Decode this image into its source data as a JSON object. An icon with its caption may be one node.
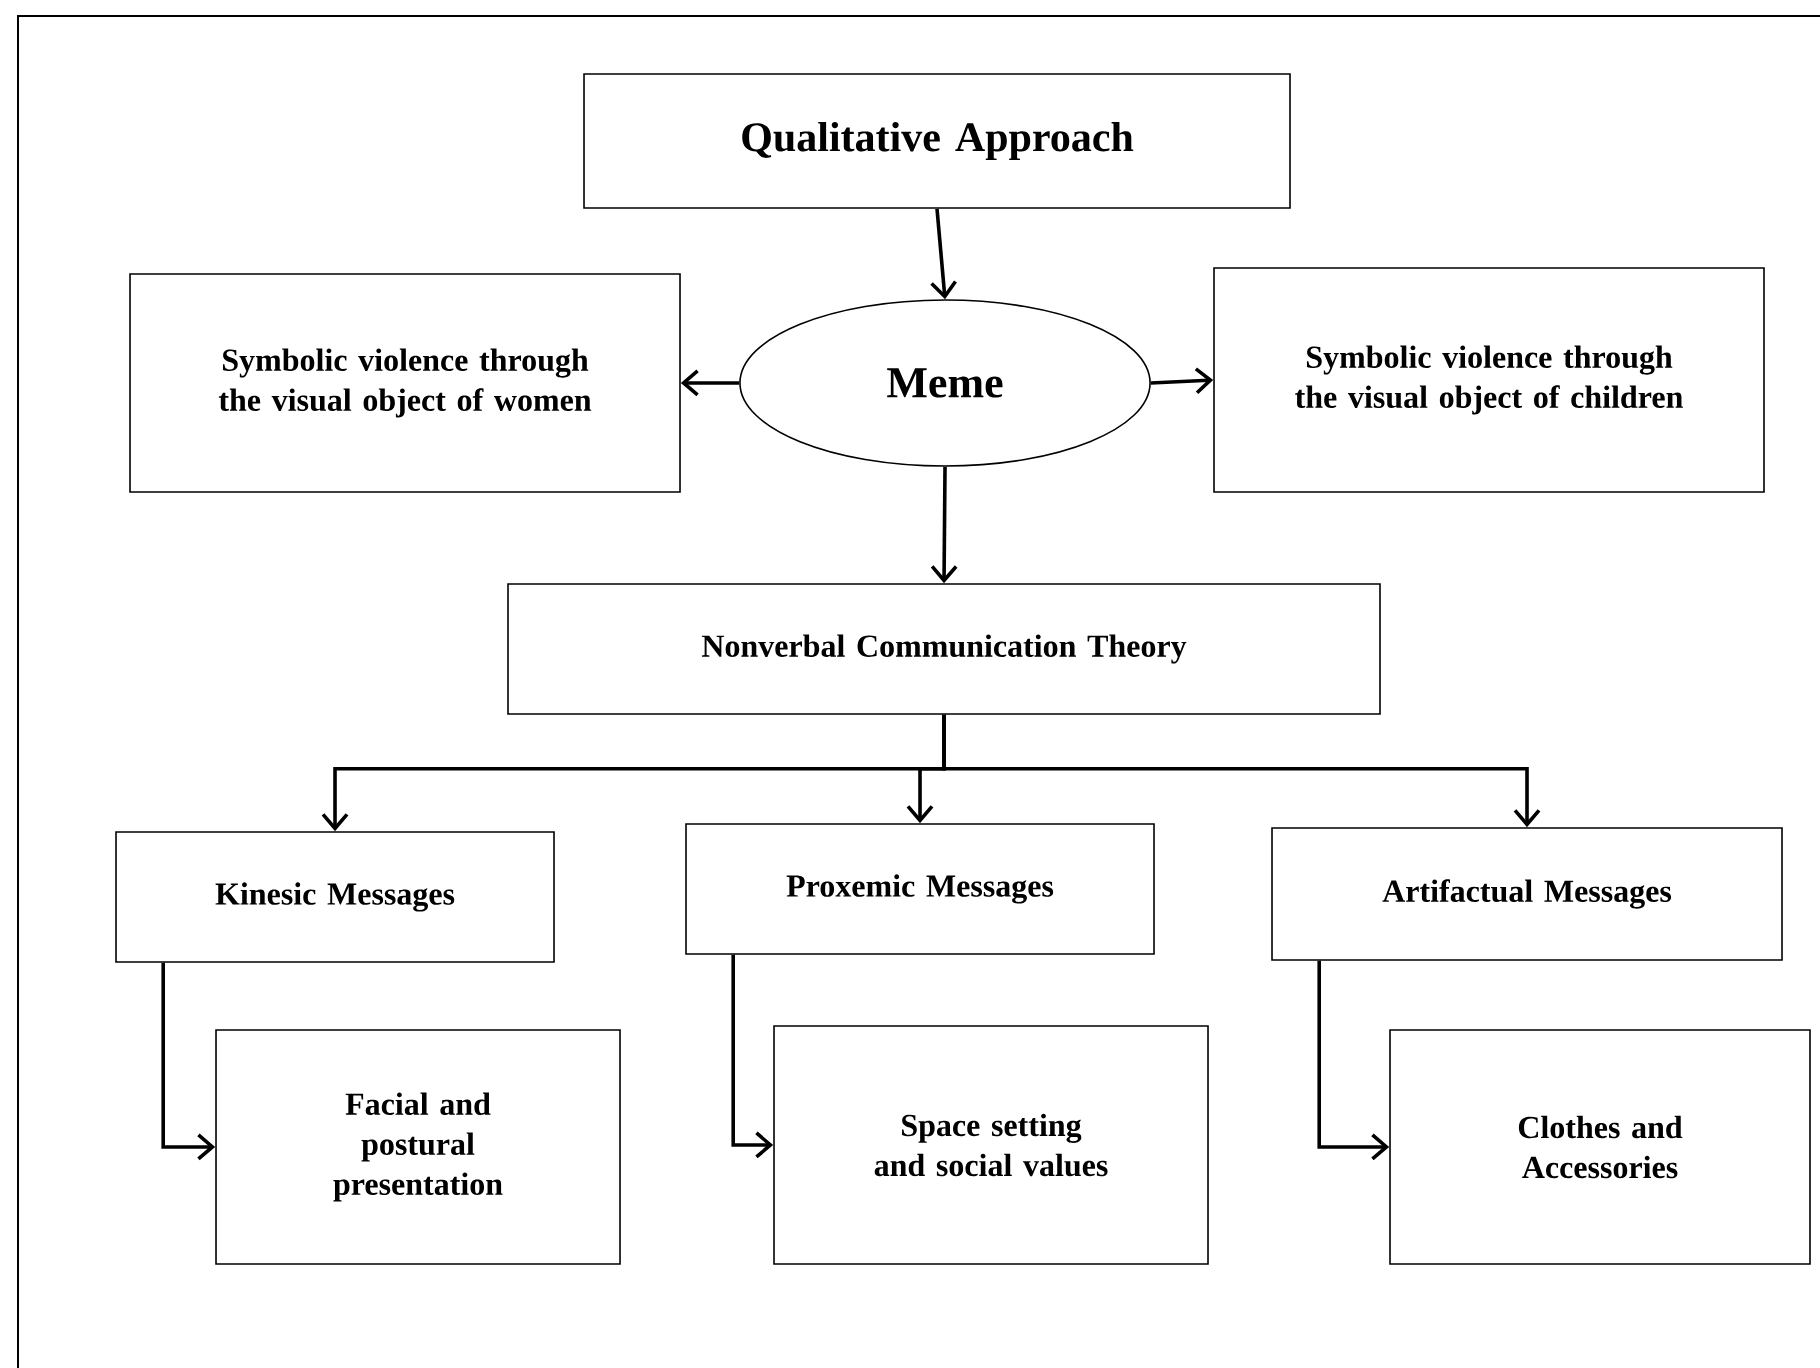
{
  "diagram": {
    "nodes": [
      {
        "text": [
          "Qualitative Approach"
        ]
      },
      {
        "text": [
          "Meme"
        ]
      },
      {
        "text": [
          "Symbolic violence through the visual object of women"
        ]
      },
      {
        "text": [
          "Symbolic violence through the visual object of children"
        ]
      },
      {
        "text": [
          "Nonverbal Communication Theory"
        ]
      },
      {
        "text": [
          "Kinesic Messages"
        ]
      },
      {
        "text": [
          "Proxemic Messages"
        ]
      },
      {
        "text": [
          "Artifactual Messages"
        ]
      },
      {
        "text": [
          "Facial and postural presentation"
        ]
      },
      {
        "text": [
          "Space setting and social values"
        ]
      },
      {
        "text": [
          "Clothes and Accessories"
        ]
      }
    ],
    "edges": [
      {
        "from": 0,
        "to": 1,
        "arrow": "to"
      },
      {
        "from": 1,
        "to": 2,
        "arrow": "to"
      },
      {
        "from": 1,
        "to": 3,
        "arrow": "to"
      },
      {
        "from": 1,
        "to": 4,
        "arrow": "to"
      },
      {
        "from": 4,
        "to": 5,
        "arrow": "to"
      },
      {
        "from": 4,
        "to": 6,
        "arrow": "to"
      },
      {
        "from": 4,
        "to": 7,
        "arrow": "to"
      },
      {
        "from": 5,
        "to": 8,
        "arrow": "to"
      },
      {
        "from": 6,
        "to": 9,
        "arrow": "to"
      },
      {
        "from": 7,
        "to": 10,
        "arrow": "to"
      }
    ]
  }
}
